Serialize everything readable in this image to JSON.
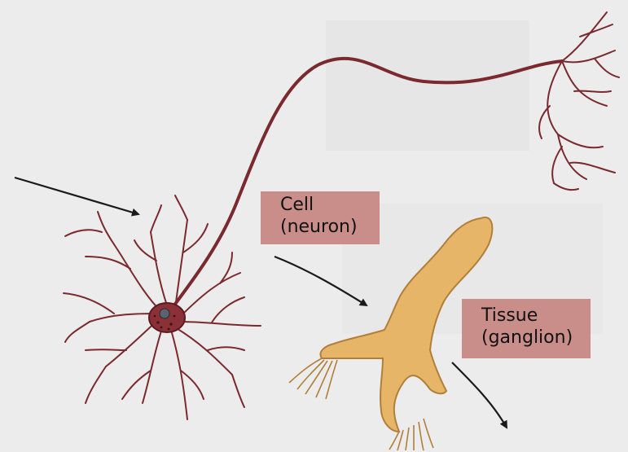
{
  "labels": {
    "cell": {
      "line1": "Cell",
      "line2": "(neuron)"
    },
    "tissue": {
      "line1": "Tissue",
      "line2": "(ganglion)"
    }
  },
  "colors": {
    "background": "#ececec",
    "neuron": "#7a2a2e",
    "neuron_body": "#8c3038",
    "ganglion": "#e7b567",
    "ganglion_outline": "#b07f3b",
    "label_fill": "#c98e8a",
    "arrow": "#1a1a1a"
  }
}
